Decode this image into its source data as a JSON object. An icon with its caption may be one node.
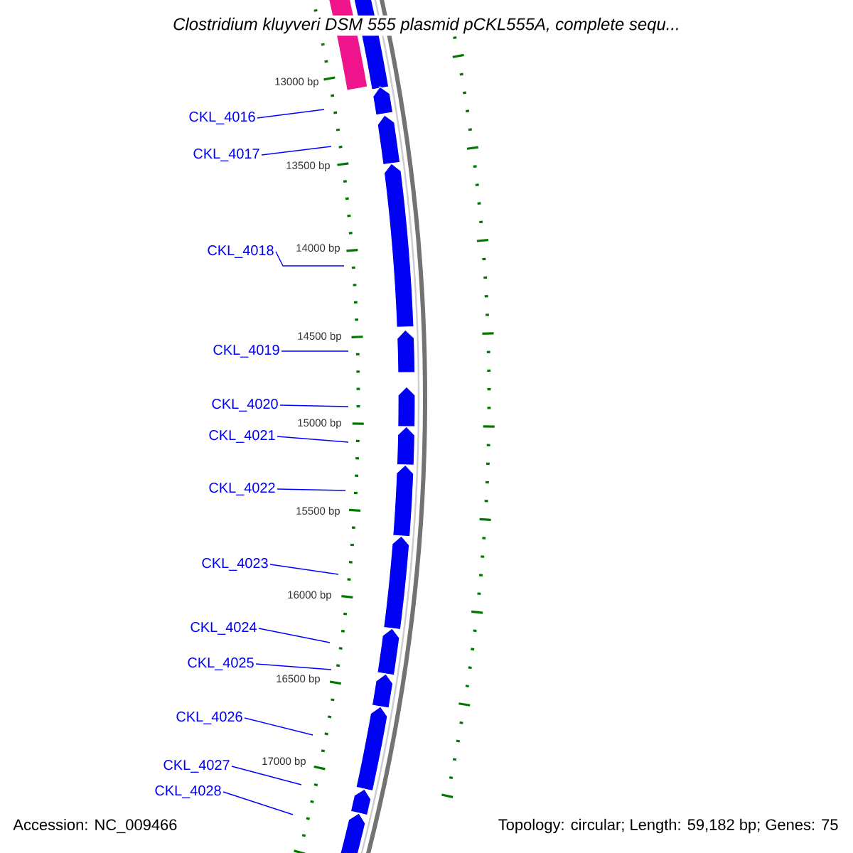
{
  "diagram": {
    "title": "*Clostridium kluyveri* DSM 555 plasmid pCKL555A, complete sequ...",
    "nodes": [
      {
        "text": [
          "CKL_4016"
        ]
      },
      {
        "text": [
          "CKL_4017"
        ]
      },
      {
        "text": [
          "CKL_4018"
        ]
      },
      {
        "text": [
          "CKL_4019"
        ]
      },
      {
        "text": [
          "CKL_4020"
        ]
      },
      {
        "text": [
          "CKL_4021"
        ]
      },
      {
        "text": [
          "CKL_4022"
        ]
      },
      {
        "text": [
          "CKL_4023"
        ]
      },
      {
        "text": [
          "CKL_4024"
        ]
      },
      {
        "text": [
          "CKL_4025"
        ]
      },
      {
        "text": [
          "CKL_4026"
        ]
      },
      {
        "text": [
          "CKL_4027"
        ]
      },
      {
        "text": [
          "CKL_4028"
        ]
      }
    ],
    "edges": [
      {
        "from": 0,
        "to": null,
        "arrow": "none"
      },
      {
        "from": 1,
        "to": null,
        "arrow": "none"
      },
      {
        "from": 2,
        "to": null,
        "arrow": "none"
      },
      {
        "from": 3,
        "to": null,
        "arrow": "none"
      },
      {
        "from": 4,
        "to": null,
        "arrow": "none"
      },
      {
        "from": 5,
        "to": null,
        "arrow": "none"
      },
      {
        "from": 6,
        "to": null,
        "arrow": "none"
      },
      {
        "from": 7,
        "to": null,
        "arrow": "none"
      },
      {
        "from": 8,
        "to": null,
        "arrow": "none"
      },
      {
        "from": 9,
        "to": null,
        "arrow": "none"
      },
      {
        "from": 10,
        "to": null,
        "arrow": "none"
      },
      {
        "from": 11,
        "to": null,
        "arrow": "none"
      },
      {
        "from": 12,
        "to": null,
        "arrow": "none"
      }
    ],
    "labels": [
      "13000 bp",
      "13500 bp",
      "14000 bp",
      "14500 bp",
      "15000 bp",
      "15500 bp",
      "16000 bp",
      "16500 bp",
      "17000 bp",
      "Accession: NC_009466",
      "Topology: circular; Length: 59,182 bp; Genes: 75"
    ]
  }
}
